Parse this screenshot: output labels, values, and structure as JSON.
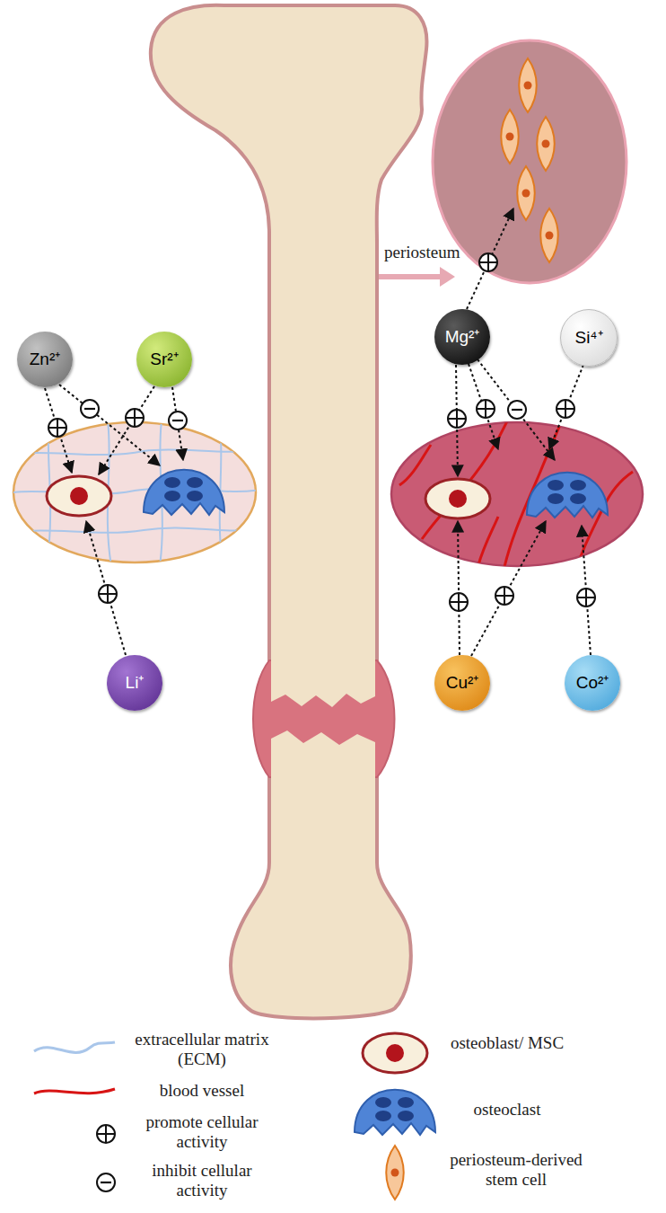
{
  "diagram": {
    "nodes": [
      {
        "text": [
          "Zn²⁺"
        ]
      },
      {
        "text": [
          "Sr²⁺"
        ]
      },
      {
        "text": [
          "Mg²⁺"
        ]
      },
      {
        "text": [
          "Si⁴⁺"
        ]
      },
      {
        "text": [
          "Li⁺"
        ]
      },
      {
        "text": [
          "Cu²⁺"
        ]
      },
      {
        "text": [
          "Co²⁺"
        ]
      }
    ],
    "labels": [
      "periosteum"
    ],
    "legend": [
      {
        "text": "extracellular matrix (ECM)"
      },
      {
        "text": "blood vessel"
      },
      {
        "text": "promote cellular activity"
      },
      {
        "text": "inhibit cellular activity"
      },
      {
        "text": "osteoblast/ MSC"
      },
      {
        "text": "osteoclast"
      },
      {
        "text": "periosteum-derived stem cell"
      }
    ]
  }
}
